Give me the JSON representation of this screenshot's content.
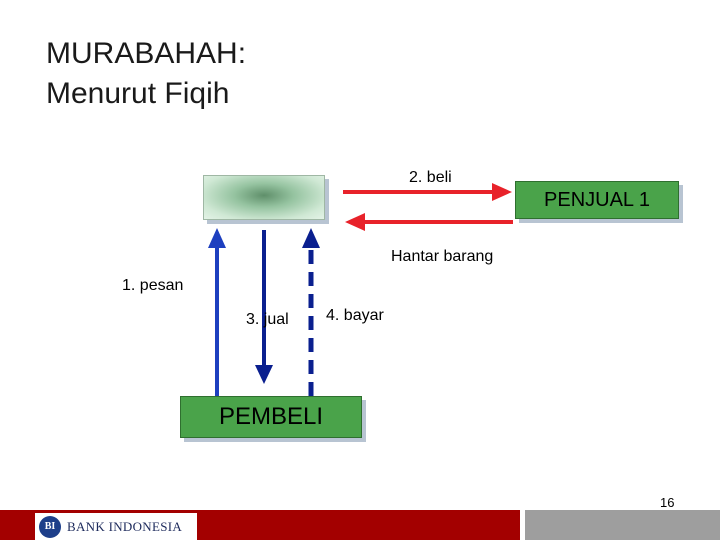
{
  "title": {
    "line1": "MURABAHAH:",
    "line2": "Menurut Fiqih"
  },
  "diagram": {
    "seller_label": "PENJUAL 1",
    "buyer_label": "PEMBELI",
    "step_buy": "2. beli",
    "step_deliver": "Hantar barang",
    "step_order": "1. pesan",
    "step_sell": "3. jual",
    "step_pay": "4. bayar"
  },
  "footer": {
    "logo_text": "BANK INDONESIA",
    "page_number": "16"
  },
  "colors": {
    "arrow_red": "#e8222a",
    "arrow_blue": "#1d3fbf",
    "arrow_navy": "#0a1f8f",
    "box_green": "#4aa34a",
    "footer_red": "#a30000",
    "footer_gray": "#9e9e9e"
  }
}
